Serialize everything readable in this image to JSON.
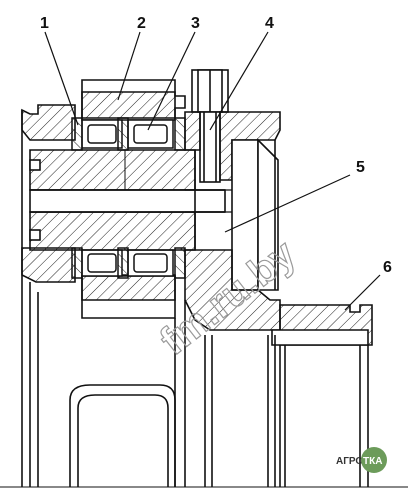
{
  "callouts": [
    {
      "id": "1",
      "label": "1"
    },
    {
      "id": "2",
      "label": "2"
    },
    {
      "id": "3",
      "label": "3"
    },
    {
      "id": "4",
      "label": "4"
    },
    {
      "id": "5",
      "label": "5"
    },
    {
      "id": "6",
      "label": "6"
    }
  ],
  "watermark": "fm.ru.by",
  "logo": {
    "prefix": "АГРО",
    "badge": "ТКА"
  },
  "colors": {
    "line": "#111111",
    "hatch": "#222222",
    "background": "#ffffff",
    "watermark": "#9a9a9a"
  }
}
